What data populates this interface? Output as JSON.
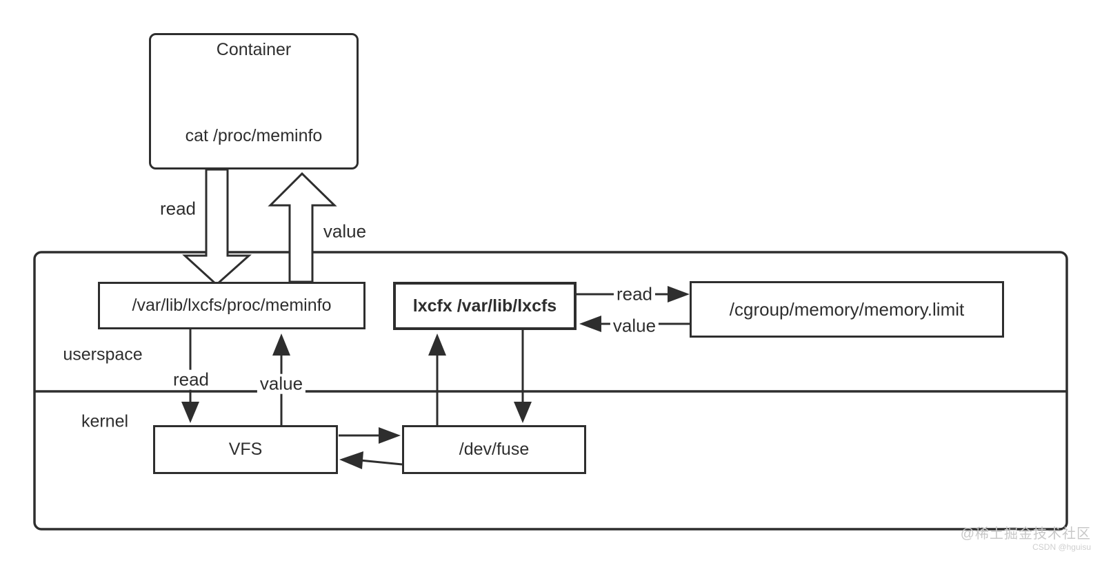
{
  "diagram": {
    "container_box": {
      "title": "Container",
      "command": "cat /proc/meminfo"
    },
    "container_arrows": {
      "read": "read",
      "value": "value"
    },
    "userspace": {
      "label": "userspace",
      "meminfo_box": "/var/lib/lxcfs/proc/meminfo",
      "lxcfs_box": "lxcfx /var/lib/lxcfs",
      "cgroup_box": "/cgroup/memory/memory.limit",
      "cgroup_arrows": {
        "read": "read",
        "value": "value"
      },
      "vfs_arrows": {
        "read": "read",
        "value": "value"
      }
    },
    "kernel": {
      "label": "kernel",
      "vfs_box": "VFS",
      "fuse_box": "/dev/fuse"
    }
  },
  "colors": {
    "line": "#2e2e2e",
    "text": "#2e2e2e",
    "watermark_primary": "#c8c8c8",
    "watermark_secondary": "#cfcfcf"
  },
  "watermark": {
    "community": "@稀土掘金技术社区",
    "csdn": "CSDN @hguisu"
  }
}
